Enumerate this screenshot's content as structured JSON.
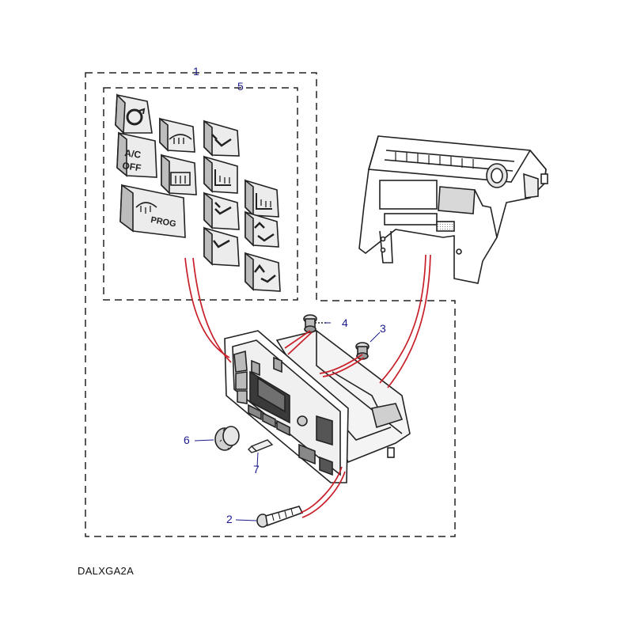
{
  "callouts": {
    "c1": "1",
    "c2": "2",
    "c3": "3",
    "c4": "4",
    "c5": "5",
    "c6": "6",
    "c7": "7"
  },
  "key_legends": {
    "ac": "A/C",
    "off": "OFF",
    "prog": "PROG"
  },
  "caption": "DALXGA2A",
  "colors": {
    "line": "#1a1a1a",
    "callout": "#1a1a8c",
    "leader": "#c8202a",
    "shade": "#9a9a9a"
  }
}
